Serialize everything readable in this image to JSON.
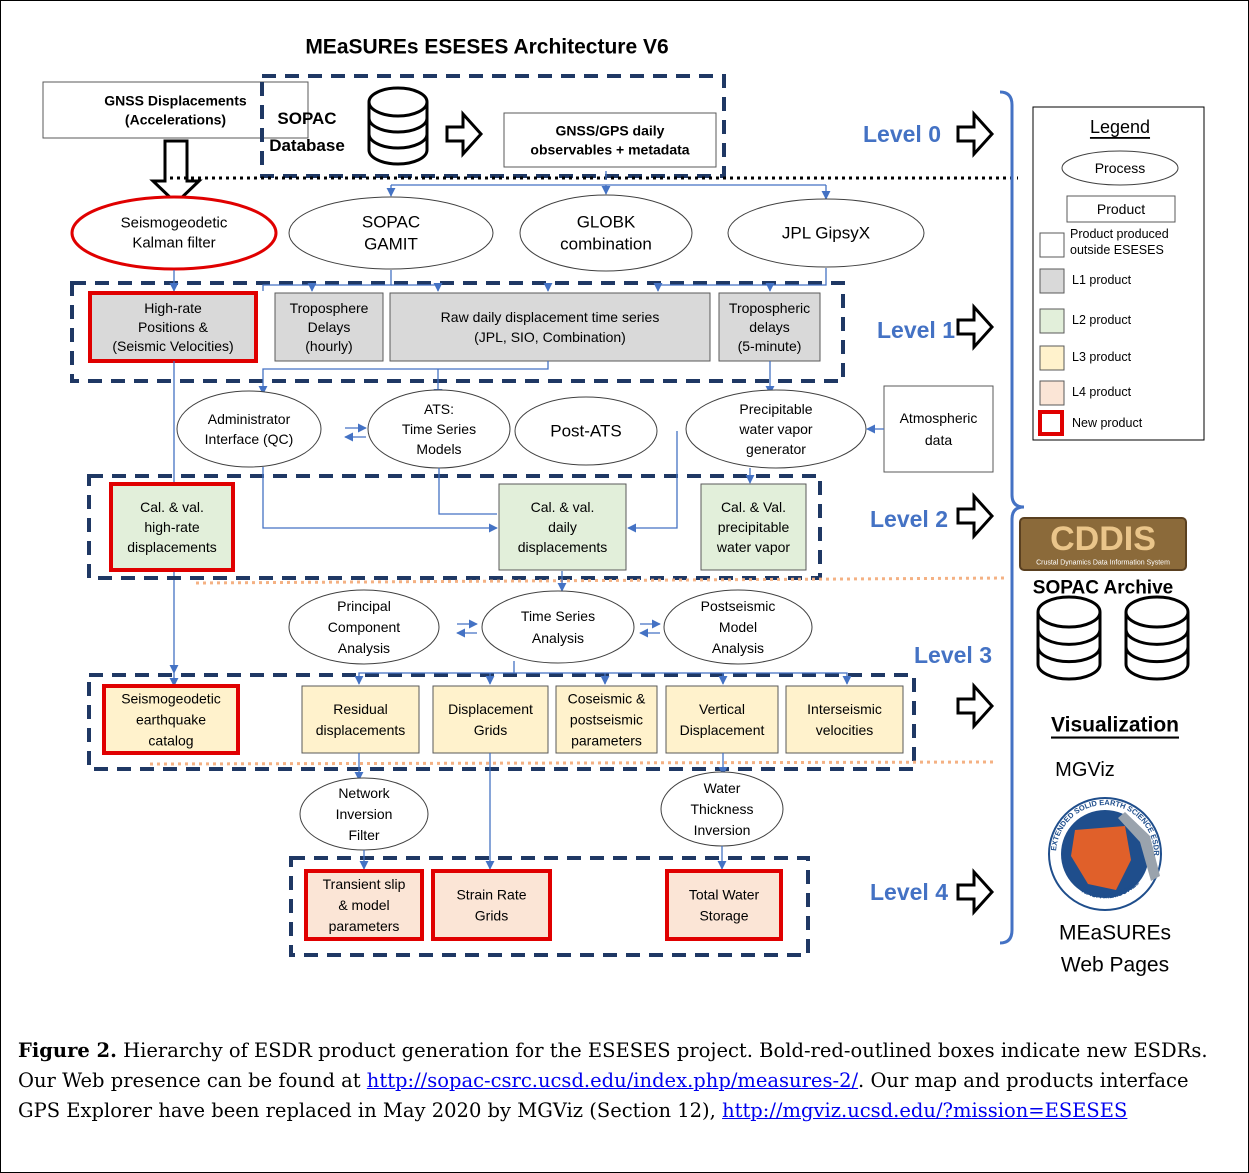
{
  "diagram": {
    "title": "MEaSUREs ESESES Architecture V6",
    "colors": {
      "level_label": "#4472c4",
      "dash_border": "#1f3864",
      "arrow": "#4472c4",
      "l1": "#d9d9d9",
      "l2": "#e2efda",
      "l3": "#fff2cc",
      "l4": "#fbe5d6",
      "new_product": "#e00000",
      "orange_dots": "#f4b183"
    },
    "levels": [
      "Level 0",
      "Level 1",
      "Level 2",
      "Level 3",
      "Level 4"
    ],
    "level0": {
      "gnss_box": [
        "GNSS Displacements",
        "(Accelerations)"
      ],
      "sopac_db": [
        "SOPAC",
        "Database"
      ],
      "observables": [
        "GNSS/GPS daily",
        "observables + metadata"
      ]
    },
    "processes_top": {
      "kalman": [
        "Seismogeodetic",
        "Kalman filter"
      ],
      "gamit": [
        "SOPAC",
        "GAMIT"
      ],
      "globk": [
        "GLOBK",
        "combination"
      ],
      "gipsyx": [
        "JPL GipsyX"
      ]
    },
    "level1_products": {
      "highrate": [
        "High-rate",
        "Positions &",
        "(Seismic Velocities)"
      ],
      "tropo_hourly": [
        "Troposphere",
        "Delays",
        "(hourly)"
      ],
      "raw_daily": [
        "Raw daily displacement time series",
        "(JPL, SIO, Combination)"
      ],
      "tropo_5min": [
        "Tropospheric",
        "delays",
        "(5-minute)"
      ]
    },
    "processes_mid": {
      "admin": [
        "Administrator",
        "Interface (QC)"
      ],
      "ats": [
        "ATS:",
        "Time Series",
        "Models"
      ],
      "post_ats": [
        "Post-ATS"
      ],
      "pwv_gen": [
        "Precipitable",
        "water vapor",
        "generator"
      ],
      "atmos": [
        "Atmospheric",
        "data"
      ]
    },
    "level2_products": {
      "hr_disp": [
        "Cal. & val.",
        "high-rate",
        "displacements"
      ],
      "daily_disp": [
        "Cal. & val.",
        "daily",
        "displacements"
      ],
      "pwv": [
        "Cal. & Val.",
        "precipitable",
        "water vapor"
      ]
    },
    "processes_l3": {
      "pca": [
        "Principal",
        "Component",
        "Analysis"
      ],
      "tsa": [
        "Time Series",
        "Analysis"
      ],
      "postseismic": [
        "Postseismic",
        "Model",
        "Analysis"
      ]
    },
    "level3_products": {
      "eq_catalog": [
        "Seismogeodetic",
        "earthquake",
        "catalog"
      ],
      "residual": [
        "Residual",
        "displacements"
      ],
      "grids": [
        "Displacement",
        "Grids"
      ],
      "coseismic": [
        "Coseismic &",
        "postseismic",
        "parameters"
      ],
      "vertical": [
        "Vertical",
        "Displacement"
      ],
      "interseismic": [
        "Interseismic",
        "velocities"
      ]
    },
    "processes_l4": {
      "nif": [
        "Network",
        "Inversion",
        "Filter"
      ],
      "wti": [
        "Water",
        "Thickness",
        "Inversion"
      ]
    },
    "level4_products": {
      "transient": [
        "Transient slip",
        "& model",
        "parameters"
      ],
      "strain": [
        "Strain Rate",
        "Grids"
      ],
      "tws": [
        "Total Water",
        "Storage"
      ]
    },
    "legend": {
      "title": "Legend",
      "process": "Process",
      "product": "Product",
      "outside": [
        "Product produced",
        "outside ESESES"
      ],
      "l1": "L1 product",
      "l2": "L2 product",
      "l3": "L3 product",
      "l4": "L4 product",
      "new": "New product"
    },
    "right": {
      "cddis_logo": "CDDIS",
      "cddis_sub": "Crustal Dynamics Data Information System",
      "sopac_archive": "SOPAC Archive",
      "visualization": "Visualization",
      "mgviz": "MGViz",
      "seal_ring_top": "EXTENDED SOLID EARTH SCIENCE ESDR SYSTEM",
      "seal_ring_bottom": "NASA MEaSUREs",
      "web_pages": [
        "MEaSUREs",
        "Web Pages"
      ]
    }
  },
  "caption": {
    "label": "Figure 2.",
    "text1": " Hierarchy of ESDR product generation for the ESESES project. Bold-red-outlined boxes indicate new ESDRs. Our Web presence can be found at ",
    "link1": "http://sopac-csrc.ucsd.edu/index.php/measures-2/",
    "text2": ". Our map and products interface GPS Explorer have been replaced in May 2020 by MGViz (Section 12), ",
    "link2": "http://mgviz.ucsd.edu/?mission=ESESES"
  }
}
